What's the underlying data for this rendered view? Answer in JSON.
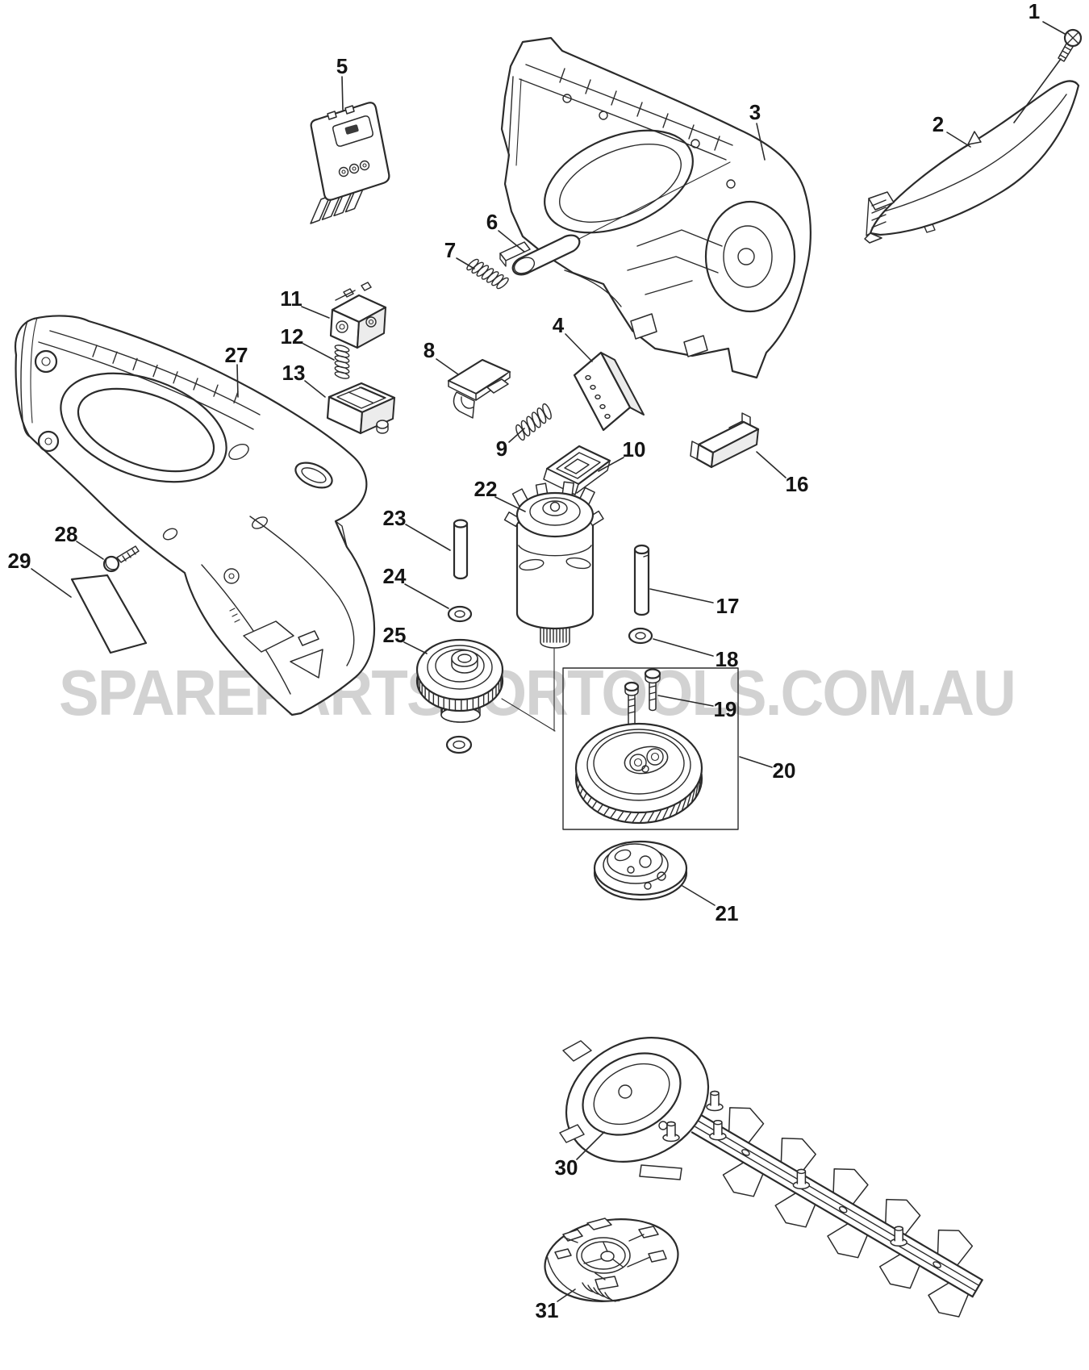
{
  "watermark": {
    "text": "SPAREPARTSFORTOOLS.COM.AU",
    "color": "#d2d2d2"
  },
  "diagram": {
    "background": "#ffffff",
    "stroke_color": "#2b2b2b",
    "label_color": "#141414",
    "parts": [
      {
        "label": "1"
      },
      {
        "label": "2"
      },
      {
        "label": "3"
      },
      {
        "label": "4"
      },
      {
        "label": "5"
      },
      {
        "label": "6"
      },
      {
        "label": "7"
      },
      {
        "label": "8"
      },
      {
        "label": "9"
      },
      {
        "label": "10"
      },
      {
        "label": "11"
      },
      {
        "label": "12"
      },
      {
        "label": "13"
      },
      {
        "label": "16"
      },
      {
        "label": "17"
      },
      {
        "label": "18"
      },
      {
        "label": "19"
      },
      {
        "label": "20"
      },
      {
        "label": "21"
      },
      {
        "label": "22"
      },
      {
        "label": "23"
      },
      {
        "label": "24"
      },
      {
        "label": "25"
      },
      {
        "label": "27"
      },
      {
        "label": "28"
      },
      {
        "label": "29"
      },
      {
        "label": "30"
      },
      {
        "label": "31"
      }
    ]
  }
}
